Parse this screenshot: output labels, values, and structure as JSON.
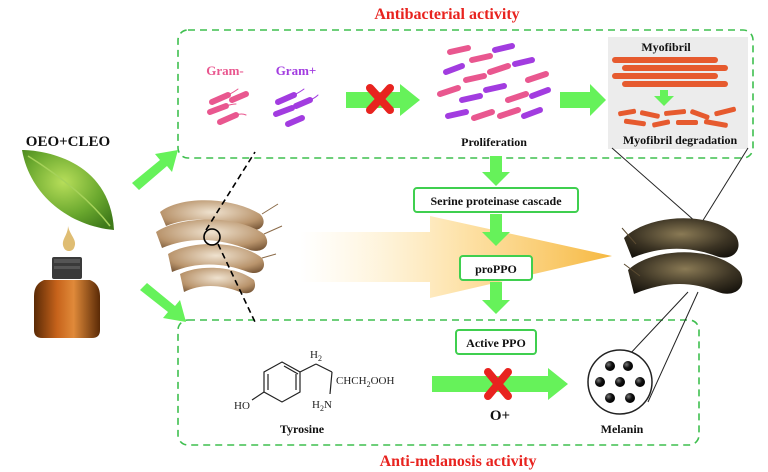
{
  "sections": {
    "antibacterial_title": "Antibacterial activity",
    "antimelanosis_title": "Anti-melanosis activity"
  },
  "inputs": {
    "label": "OEO+CLEO"
  },
  "bacteria": {
    "gram_neg": "Gram-",
    "gram_pos": "Gram+",
    "proliferation": "Proliferation"
  },
  "myofibril": {
    "label": "Myofibril",
    "degradation": "Myofibril degradation"
  },
  "cascade": {
    "serine": "Serine proteinase cascade",
    "proppo": "proPPO",
    "active_ppo": "Active PPO"
  },
  "melanosis": {
    "tyrosine": "Tyrosine",
    "o_plus": "O+",
    "melanin": "Melanin"
  },
  "chem": {
    "h2": "H",
    "h2_sub": "2",
    "ho": "HO",
    "nh2": "N",
    "chain": "CHCH",
    "chain_sub": "2",
    "chain_end": "OOH"
  },
  "colors": {
    "title_red": "#e8231f",
    "gram_neg": "#e9578f",
    "gram_pos": "#a23ce0",
    "arrow_green": "#66f25a",
    "dashed_green": "#3fbf4f",
    "box_green": "#3fcf4f",
    "myofibril": "#e65a2e"
  }
}
